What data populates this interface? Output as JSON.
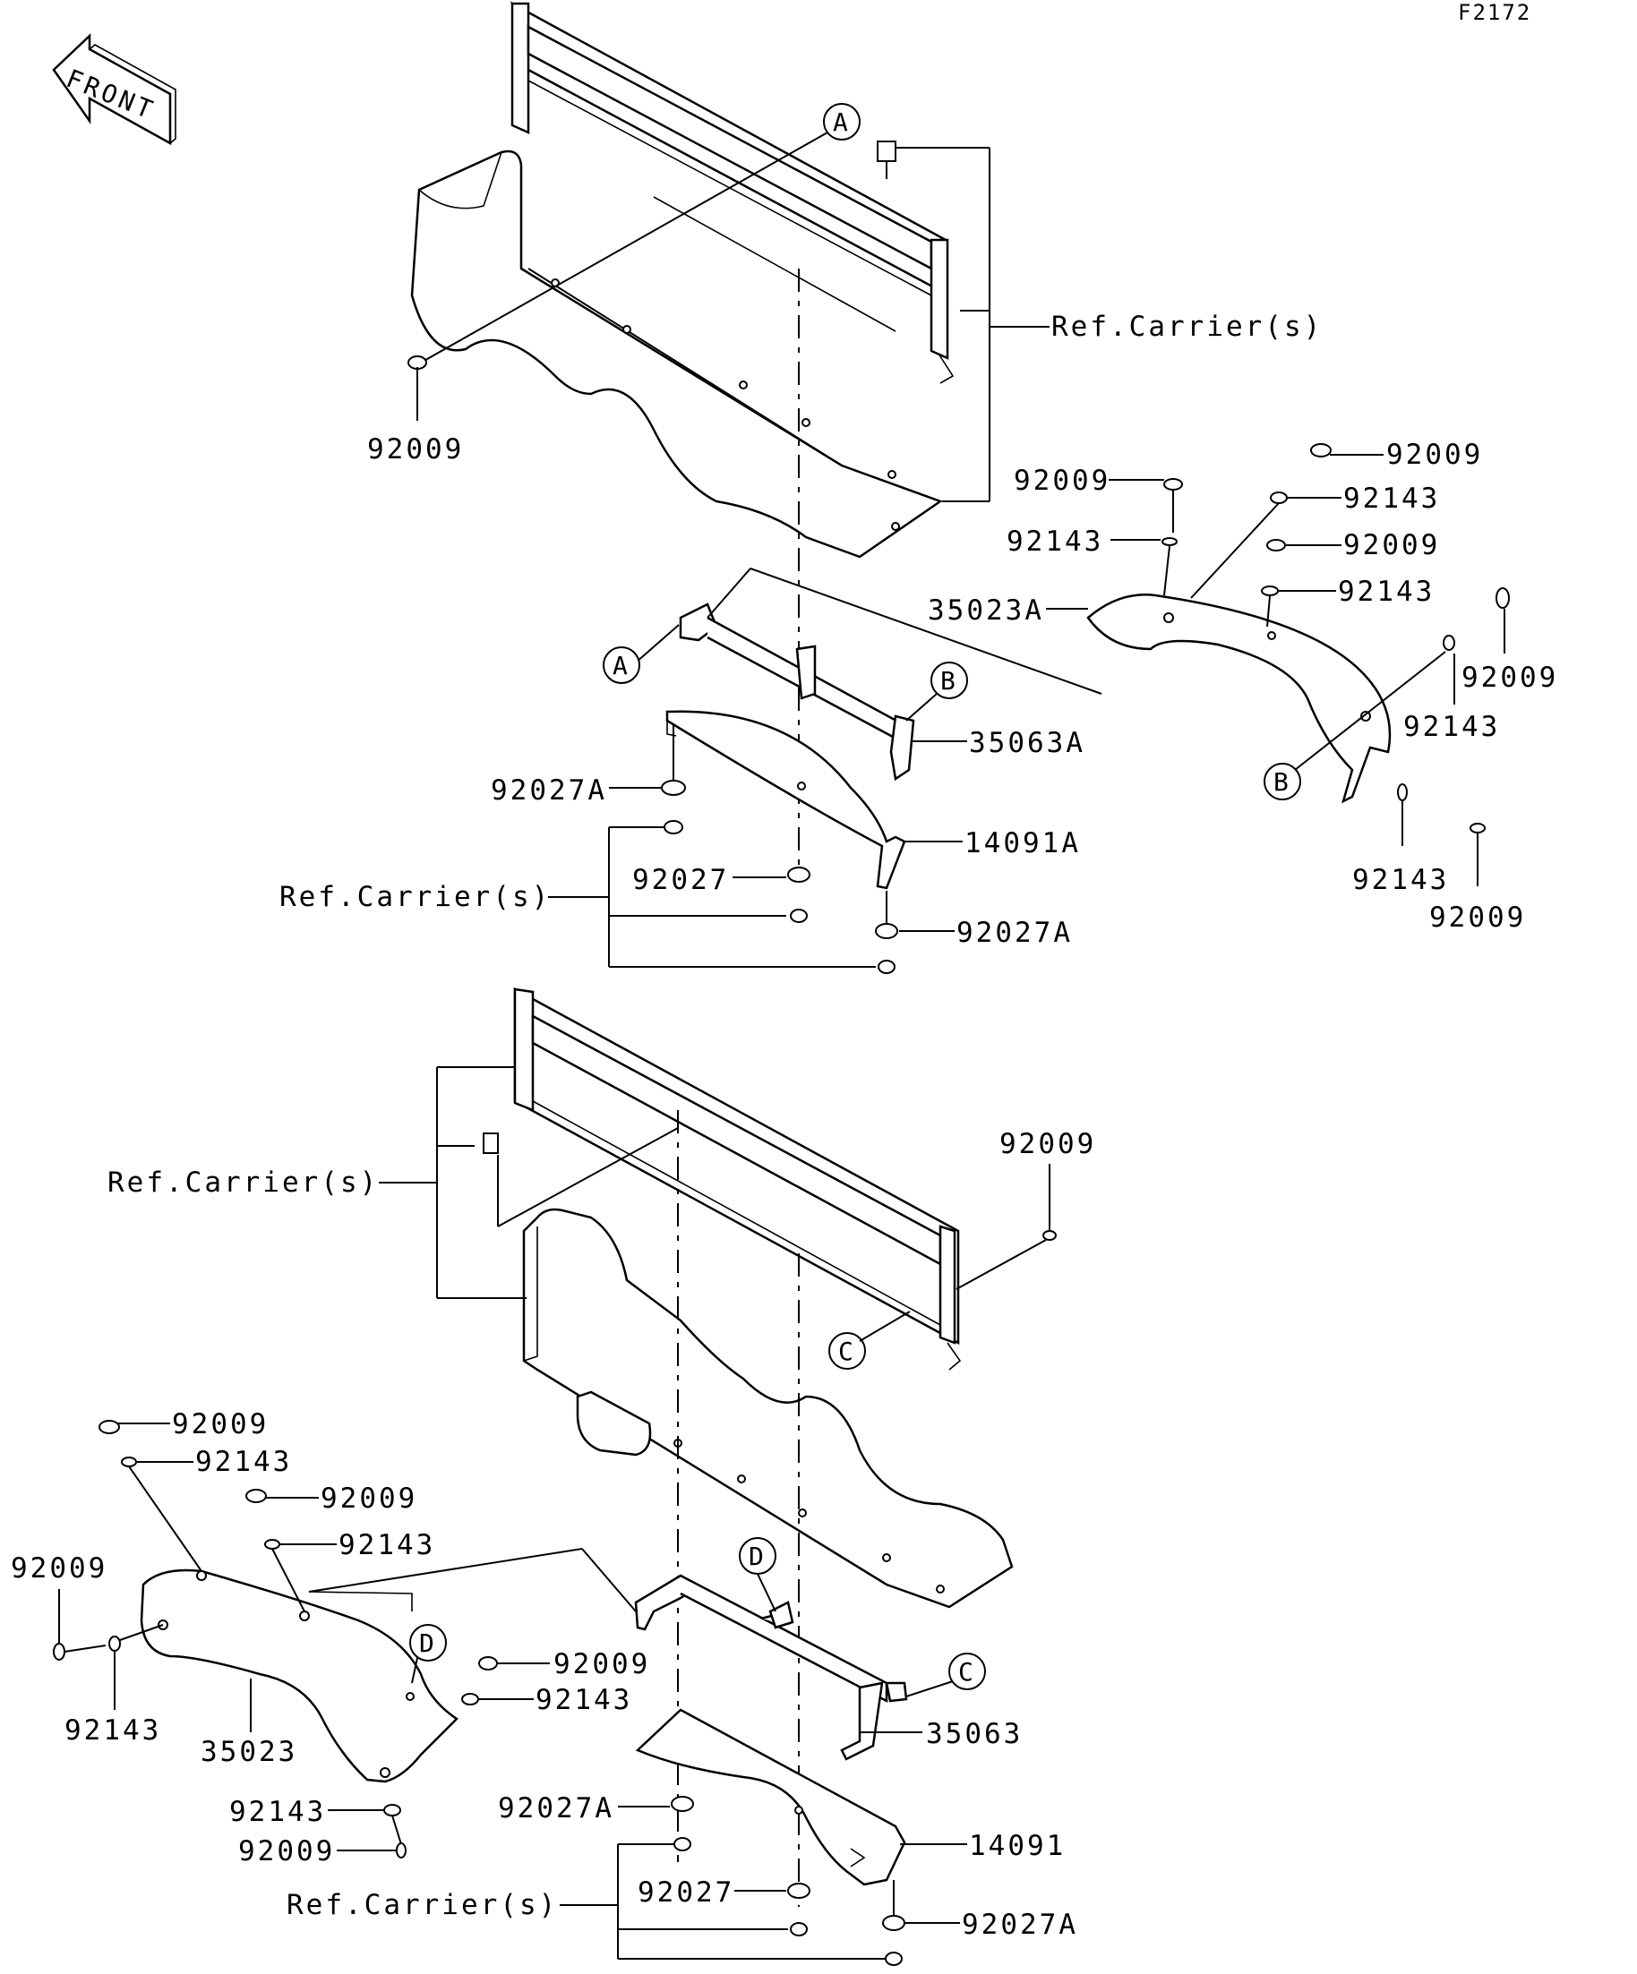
{
  "figure_code": "F2172",
  "front_arrow": {
    "label": "FRONT"
  },
  "callouts": {
    "A": "A",
    "B": "B",
    "C": "C",
    "D": "D"
  },
  "labels": {
    "p92009": "92009",
    "p92143": "92143",
    "p92027": "92027",
    "p92027A": "92027A",
    "p35023": "35023",
    "p35023A": "35023A",
    "p35063": "35063",
    "p35063A": "35063A",
    "p14091": "14091",
    "p14091A": "14091A",
    "ref_carrier": "Ref.Carrier(s)"
  }
}
